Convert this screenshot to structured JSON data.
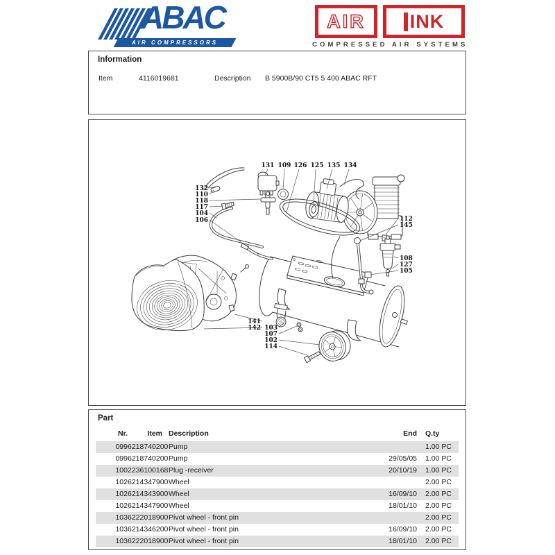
{
  "header": {
    "abac": {
      "name": "ABAC",
      "star": "★",
      "tagline": "AIR COMPRESSORS",
      "brand_color": "#1c57a4"
    },
    "airlink": {
      "air": "AIR",
      "ink": "INK",
      "tagline": "COMPRESSED AIR SYSTEMS",
      "brand_color": "#d22329"
    }
  },
  "information": {
    "title": "Information",
    "item_label": "Item",
    "item_value": "4116019681",
    "description_label": "Description",
    "description_value": "B 5900B/90 CT5 5 400 ABAC RFT"
  },
  "diagram": {
    "callouts": [
      "131",
      "109",
      "126",
      "125",
      "135",
      "134",
      "132",
      "110",
      "118",
      "117",
      "104",
      "106",
      "112",
      "145",
      "108",
      "127",
      "105",
      "141",
      "142",
      "103",
      "107",
      "102",
      "114"
    ]
  },
  "part_table": {
    "title": "Part",
    "columns": [
      "Nr.",
      "Item",
      "Description",
      "End",
      "Q.ty"
    ],
    "rows": [
      {
        "nr": "099",
        "item": "6218740200",
        "description": "Pump",
        "end": "",
        "qty": "1.00 PC",
        "shaded": true
      },
      {
        "nr": "099",
        "item": "6218740200",
        "description": "Pump",
        "end": "29/05/05",
        "qty": "1.00 PC",
        "shaded": false
      },
      {
        "nr": "100",
        "item": "2236100168",
        "description": "Plug -receiver",
        "end": "20/10/19",
        "qty": "1.00 PC",
        "shaded": true
      },
      {
        "nr": "102",
        "item": "6214347900",
        "description": "Wheel",
        "end": "",
        "qty": "2.00 PC",
        "shaded": false
      },
      {
        "nr": "102",
        "item": "6214343900",
        "description": "Wheel",
        "end": "16/09/10",
        "qty": "2.00 PC",
        "shaded": true
      },
      {
        "nr": "102",
        "item": "6214347900",
        "description": "Wheel",
        "end": "18/01/10",
        "qty": "2.00 PC",
        "shaded": false
      },
      {
        "nr": "103",
        "item": "6222018900",
        "description": "Pivot wheel - front pin",
        "end": "",
        "qty": "2.00 PC",
        "shaded": true
      },
      {
        "nr": "103",
        "item": "6214346200",
        "description": "Pivot wheel - front pin",
        "end": "16/09/10",
        "qty": "2.00 PC",
        "shaded": false
      },
      {
        "nr": "103",
        "item": "6222018900",
        "description": "Pivot wheel - front pin",
        "end": "18/01/10",
        "qty": "2.00 PC",
        "shaded": true
      }
    ]
  }
}
